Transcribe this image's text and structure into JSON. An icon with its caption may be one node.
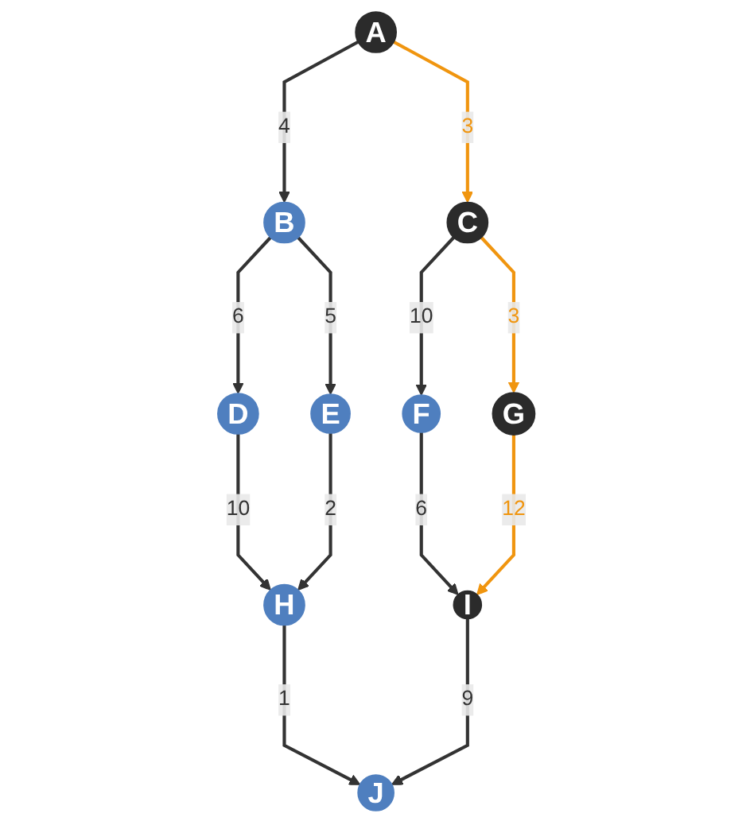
{
  "diagram": {
    "nodes": [
      {
        "text": [
          "A"
        ]
      },
      {
        "text": [
          "B"
        ]
      },
      {
        "text": [
          "C"
        ]
      },
      {
        "text": [
          "D"
        ]
      },
      {
        "text": [
          "E"
        ]
      },
      {
        "text": [
          "F"
        ]
      },
      {
        "text": [
          "G"
        ]
      },
      {
        "text": [
          "H"
        ]
      },
      {
        "text": [
          "I"
        ]
      },
      {
        "text": [
          "J"
        ]
      }
    ],
    "edges": [
      {
        "from": 0,
        "to": 1,
        "arrow": "to",
        "label": "4"
      },
      {
        "from": 0,
        "to": 2,
        "arrow": "to",
        "label": "3",
        "color": "#f0950f"
      },
      {
        "from": 1,
        "to": 3,
        "arrow": "to",
        "label": "6"
      },
      {
        "from": 1,
        "to": 4,
        "arrow": "to",
        "label": "5"
      },
      {
        "from": 2,
        "to": 5,
        "arrow": "to",
        "label": "10"
      },
      {
        "from": 2,
        "to": 6,
        "arrow": "to",
        "label": "3",
        "color": "#f0950f"
      },
      {
        "from": 3,
        "to": 7,
        "arrow": "to",
        "label": "10"
      },
      {
        "from": 4,
        "to": 7,
        "arrow": "to",
        "label": "2"
      },
      {
        "from": 5,
        "to": 8,
        "arrow": "to",
        "label": "6"
      },
      {
        "from": 6,
        "to": 8,
        "arrow": "to",
        "label": "12",
        "color": "#f0950f"
      },
      {
        "from": 7,
        "to": 9,
        "arrow": "to",
        "label": "1"
      },
      {
        "from": 8,
        "to": 9,
        "arrow": "to",
        "label": "9"
      }
    ]
  }
}
